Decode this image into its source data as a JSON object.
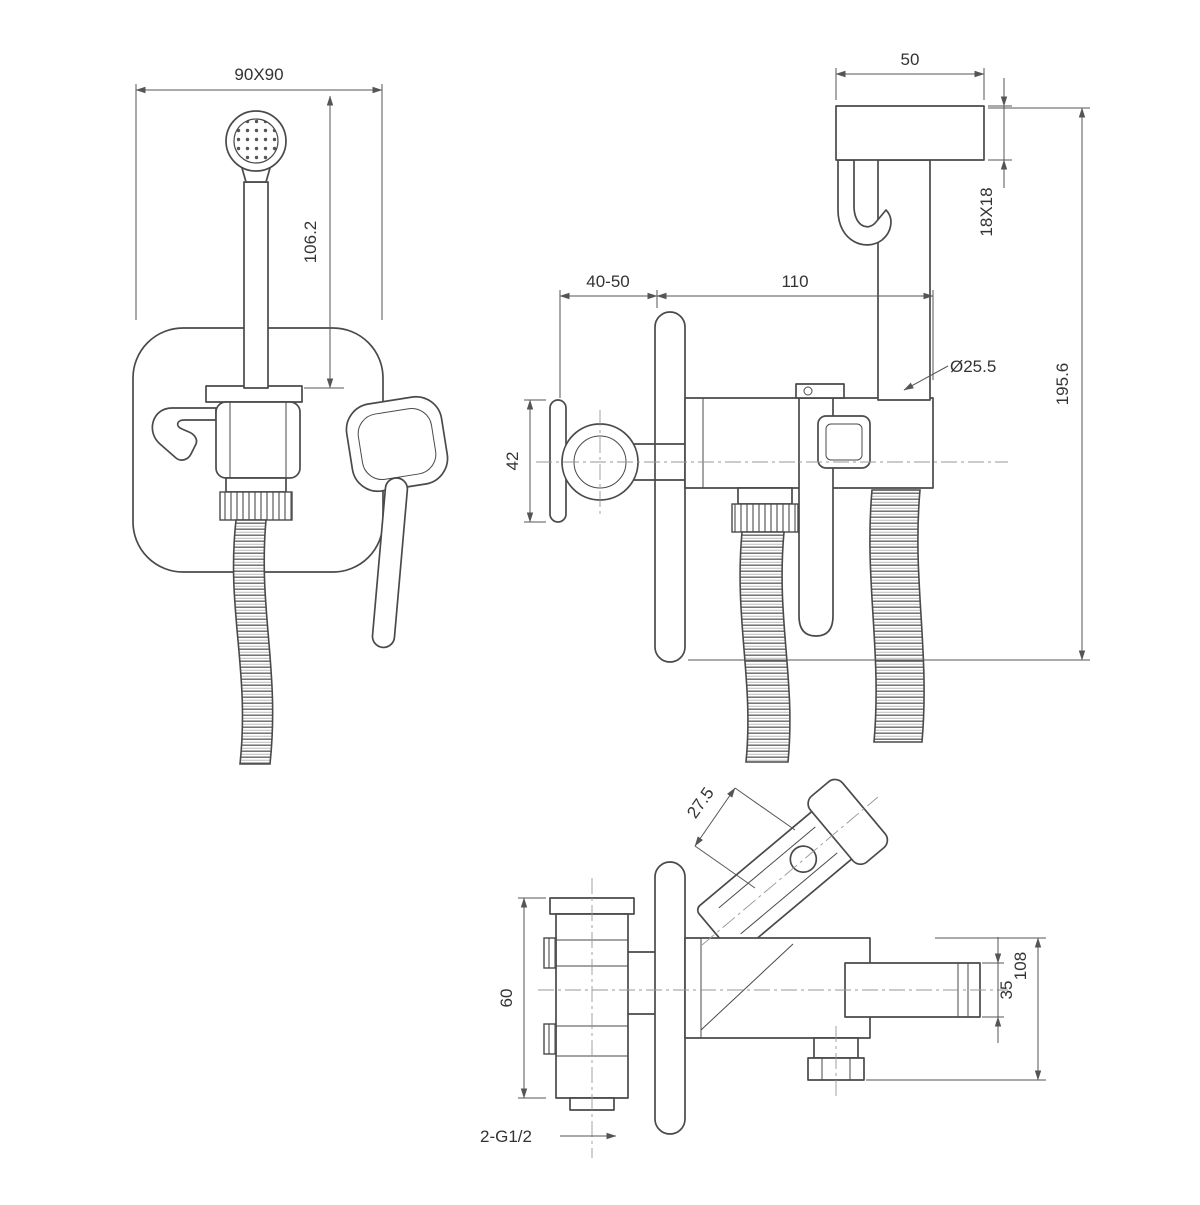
{
  "colors": {
    "background": "#ffffff",
    "line": "#4a4a4a",
    "text": "#333333"
  },
  "views": {
    "front": {
      "dimensions": {
        "plate": "90X90",
        "sprayer_height": "106.2"
      }
    },
    "side": {
      "dimensions": {
        "holder_top_width": "50",
        "holder_bar_section": "18X18",
        "wall_embed_depth": "40-50",
        "body_projection": "110",
        "handle_diameter": "Ø25.5",
        "overall_height": "195.6",
        "inlet_flange": "42"
      }
    },
    "bottom": {
      "dimensions": {
        "holder_bar_width": "27.5",
        "inlet_body_height": "60",
        "overall_depth": "108",
        "spout_diameter": "35",
        "connection_thread": "2-G1/2"
      }
    }
  }
}
